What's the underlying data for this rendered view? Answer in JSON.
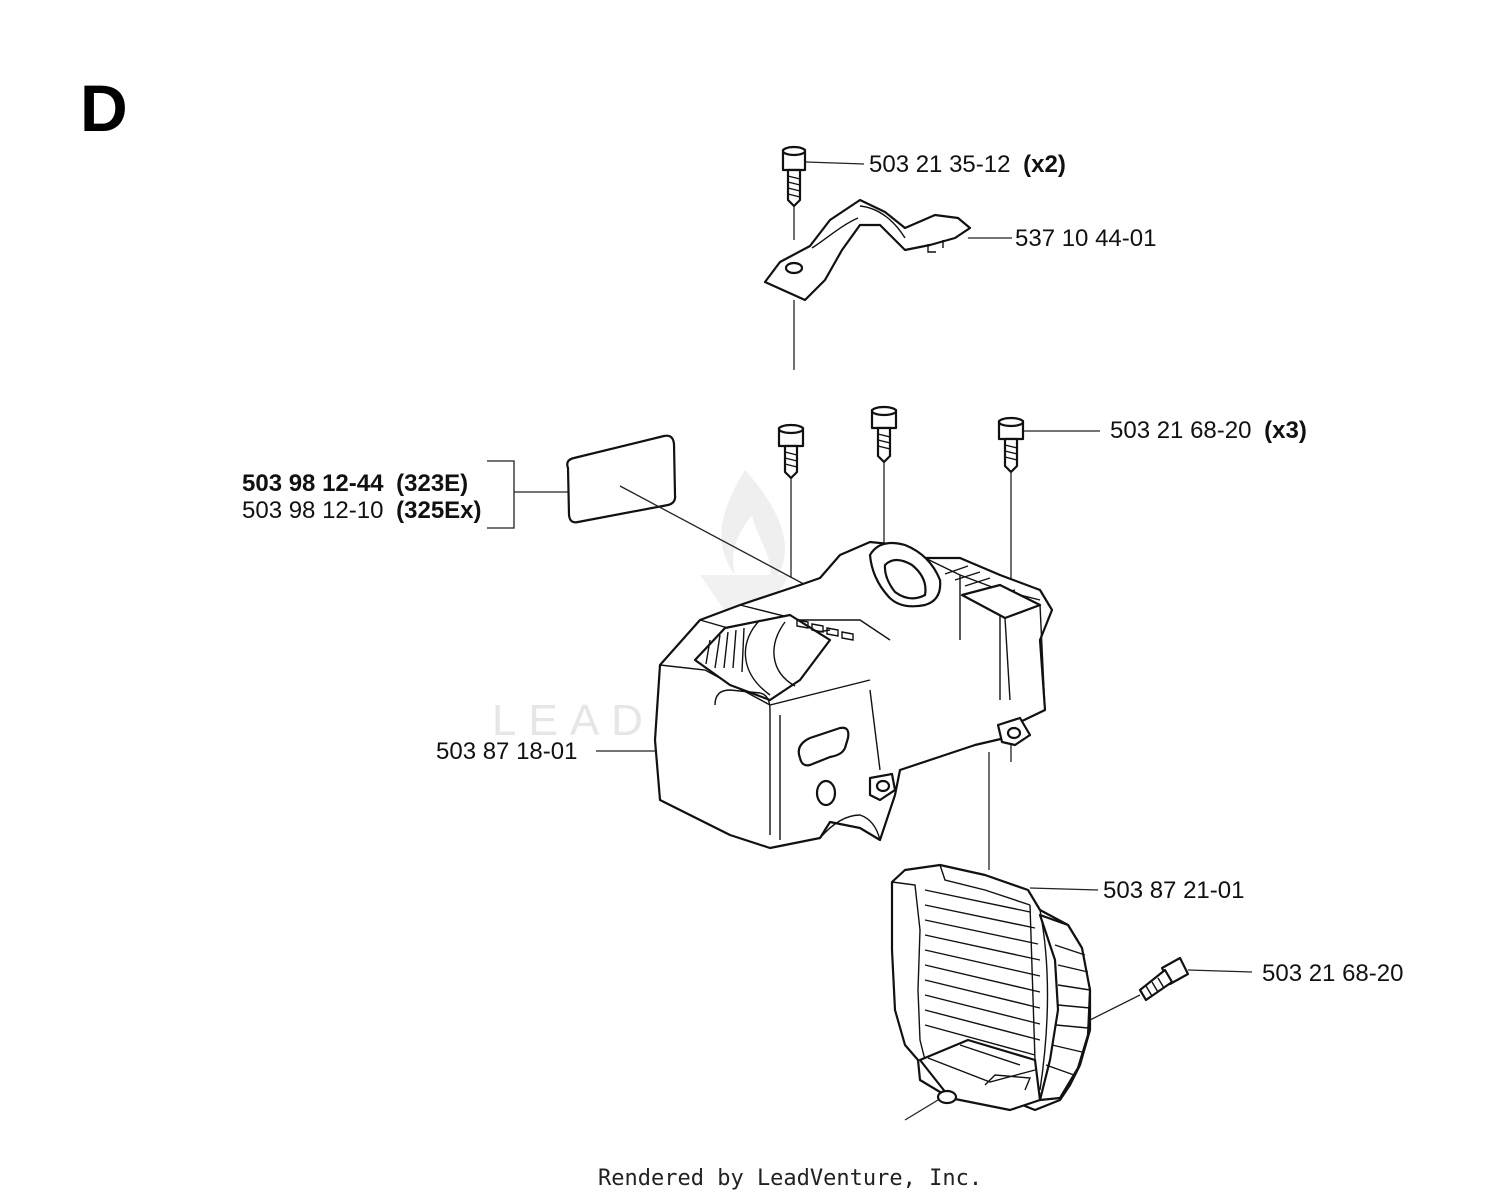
{
  "section_letter": "D",
  "watermark": "LEADVENTURE",
  "footer": "Rendered by LeadVenture, Inc.",
  "callouts": {
    "screw_top": {
      "part": "503 21 35-12",
      "qty": "(x2)"
    },
    "top_cover": {
      "part": "537 10 44-01"
    },
    "screws_mid": {
      "part": "503 21 68-20",
      "qty": "(x3)"
    },
    "decal_323e": {
      "part": "503 98 12-44",
      "model": "(323E)"
    },
    "decal_325ex": {
      "part": "503 98 12-10",
      "model": "(325Ex)"
    },
    "cylinder_cover": {
      "part": "503 87 18-01"
    },
    "side_cover": {
      "part": "503 87 21-01"
    },
    "screw_side": {
      "part": "503 21 68-20"
    }
  }
}
